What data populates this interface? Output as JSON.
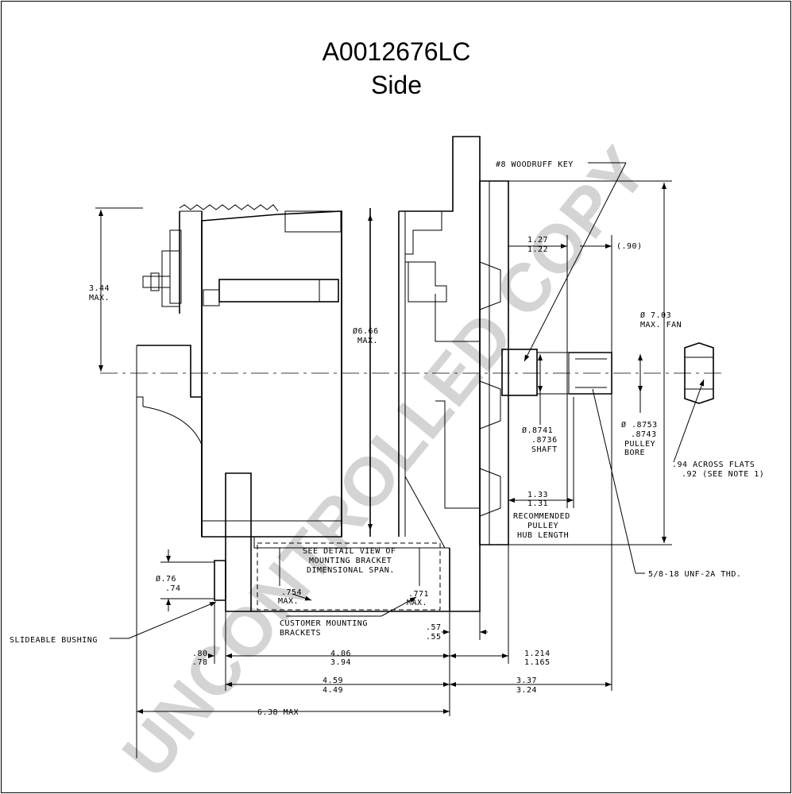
{
  "drawing": {
    "part_number": "A0012676LC",
    "view": "Side",
    "watermark": "UNCONTROLLED COPY"
  },
  "labels": {
    "woodruff_key": "#8 WOODRUFF KEY",
    "dim_127": "1.27",
    "dim_122": "1.22",
    "dim_90": "(.90)",
    "dim_344": "3.44",
    "max": "MAX.",
    "dim_666": "Ø6.66",
    "dim_703": "Ø 7.03",
    "max_fan": "MAX. FAN",
    "shaft_1": "Ø.8741",
    "shaft_2": ".8736",
    "shaft_3": "SHAFT",
    "bore_1": "Ø .8753",
    "bore_2": ".8743",
    "bore_3": "PULLEY",
    "bore_4": "BORE",
    "flats_1": ".94 ACROSS FLATS",
    "flats_2": ".92 (SEE NOTE 1)",
    "hub_133": "1.33",
    "hub_131": "1.31",
    "rec_1": "RECOMMENDED",
    "rec_2": "PULLEY",
    "rec_3": "HUB LENGTH",
    "detail_1": "SEE DETAIL VIEW OF",
    "detail_2": "MOUNTING BRACKET",
    "detail_3": "DIMENSIONAL SPAN.",
    "thread": "5/8-18 UNF-2A THD.",
    "bush_76": "Ø.76",
    "bush_74": ".74",
    "dim_754": ".754",
    "dim_771": ".771",
    "cust_1": "CUSTOMER MOUNTING",
    "cust_2": "BRACKETS",
    "slide_bush": "SLIDEABLE BUSHING",
    "dim_57": ".57",
    "dim_55": ".55",
    "dim_80": ".80",
    "dim_78": ".78",
    "dim_406": "4.06",
    "dim_394": "3.94",
    "dim_1214": "1.214",
    "dim_1165": "1.165",
    "dim_459": "4.59",
    "dim_449": "4.49",
    "dim_337": "3.37",
    "dim_324": "3.24",
    "dim_638": "6.38 MAX"
  }
}
